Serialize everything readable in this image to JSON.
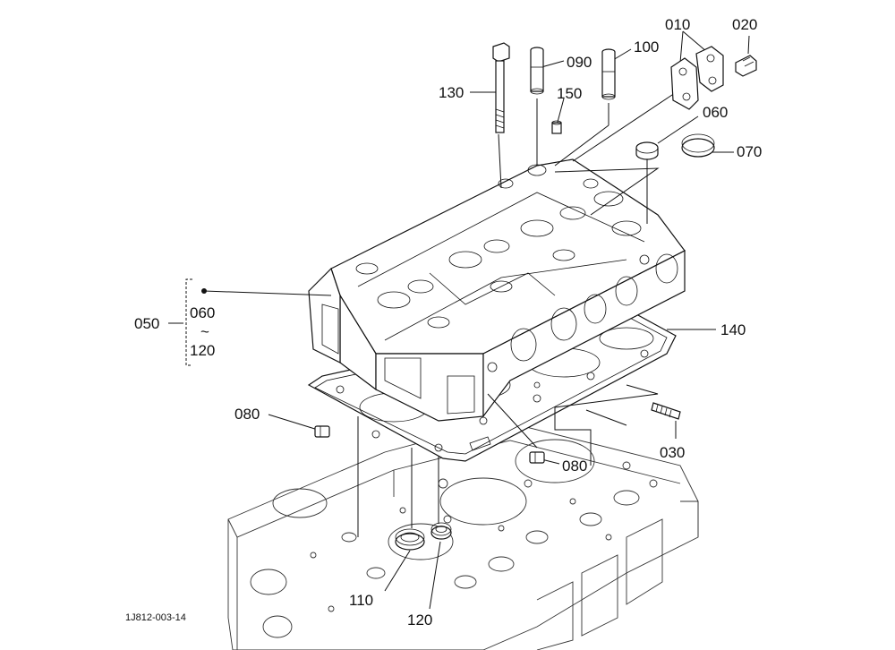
{
  "labels": {
    "p010": "010",
    "p020": "020",
    "p030": "030",
    "p050": "050",
    "p060a": "060",
    "p060b": "060",
    "p070": "070",
    "p080a": "080",
    "p080b": "080",
    "p090": "090",
    "p100": "100",
    "p110": "110",
    "p120a": "120",
    "p120b": "120",
    "p130": "130",
    "p140": "140",
    "p150": "150",
    "tilde": "~"
  },
  "figure_code": "1J812-003-14"
}
